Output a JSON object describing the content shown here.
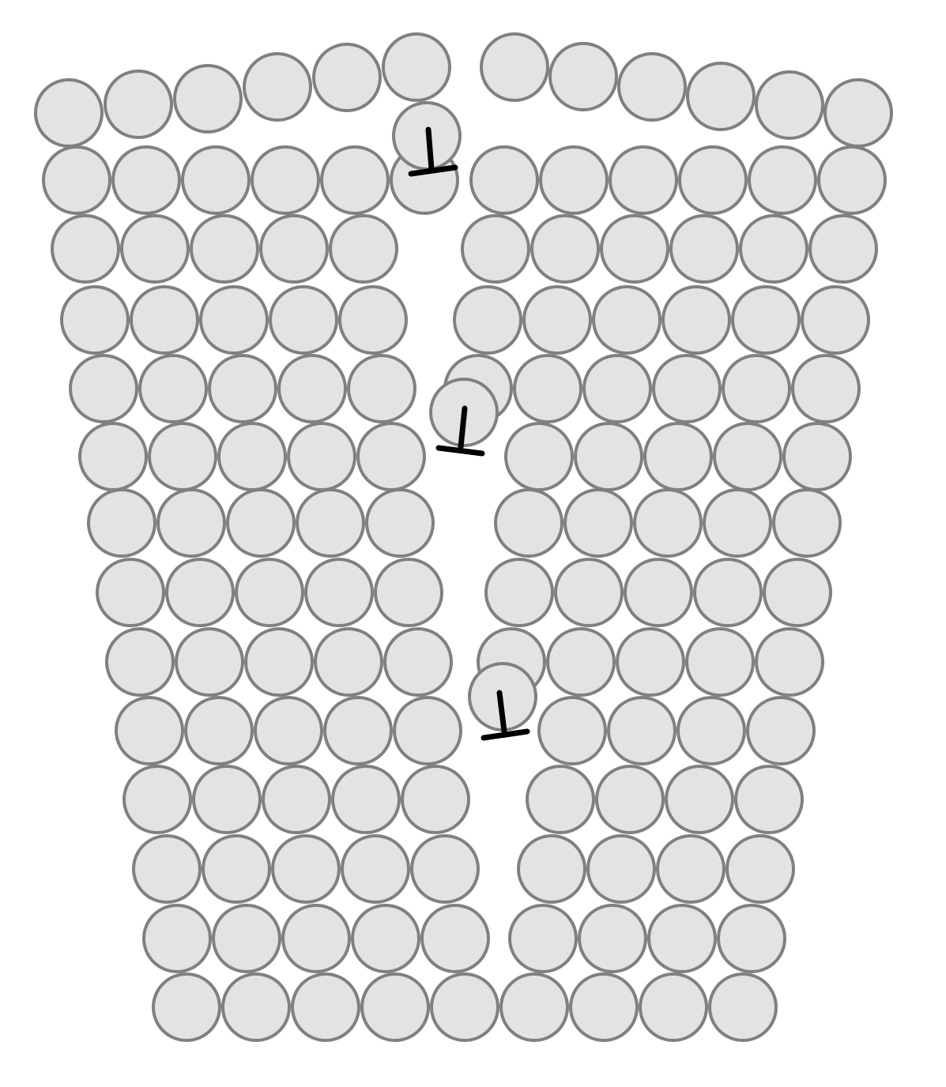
{
  "diagram": {
    "description_kind": "atomic-lattice-with-dislocations",
    "atom_fill": "#e3e3e3",
    "atom_stroke": "#808080",
    "dislocation_color": "#000000",
    "atom_rows": 14,
    "dislocations": [
      {
        "symbol": "⊥",
        "row": 1
      },
      {
        "symbol": "⊥",
        "row": 5
      },
      {
        "symbol": "⊥",
        "row": 9
      }
    ]
  }
}
